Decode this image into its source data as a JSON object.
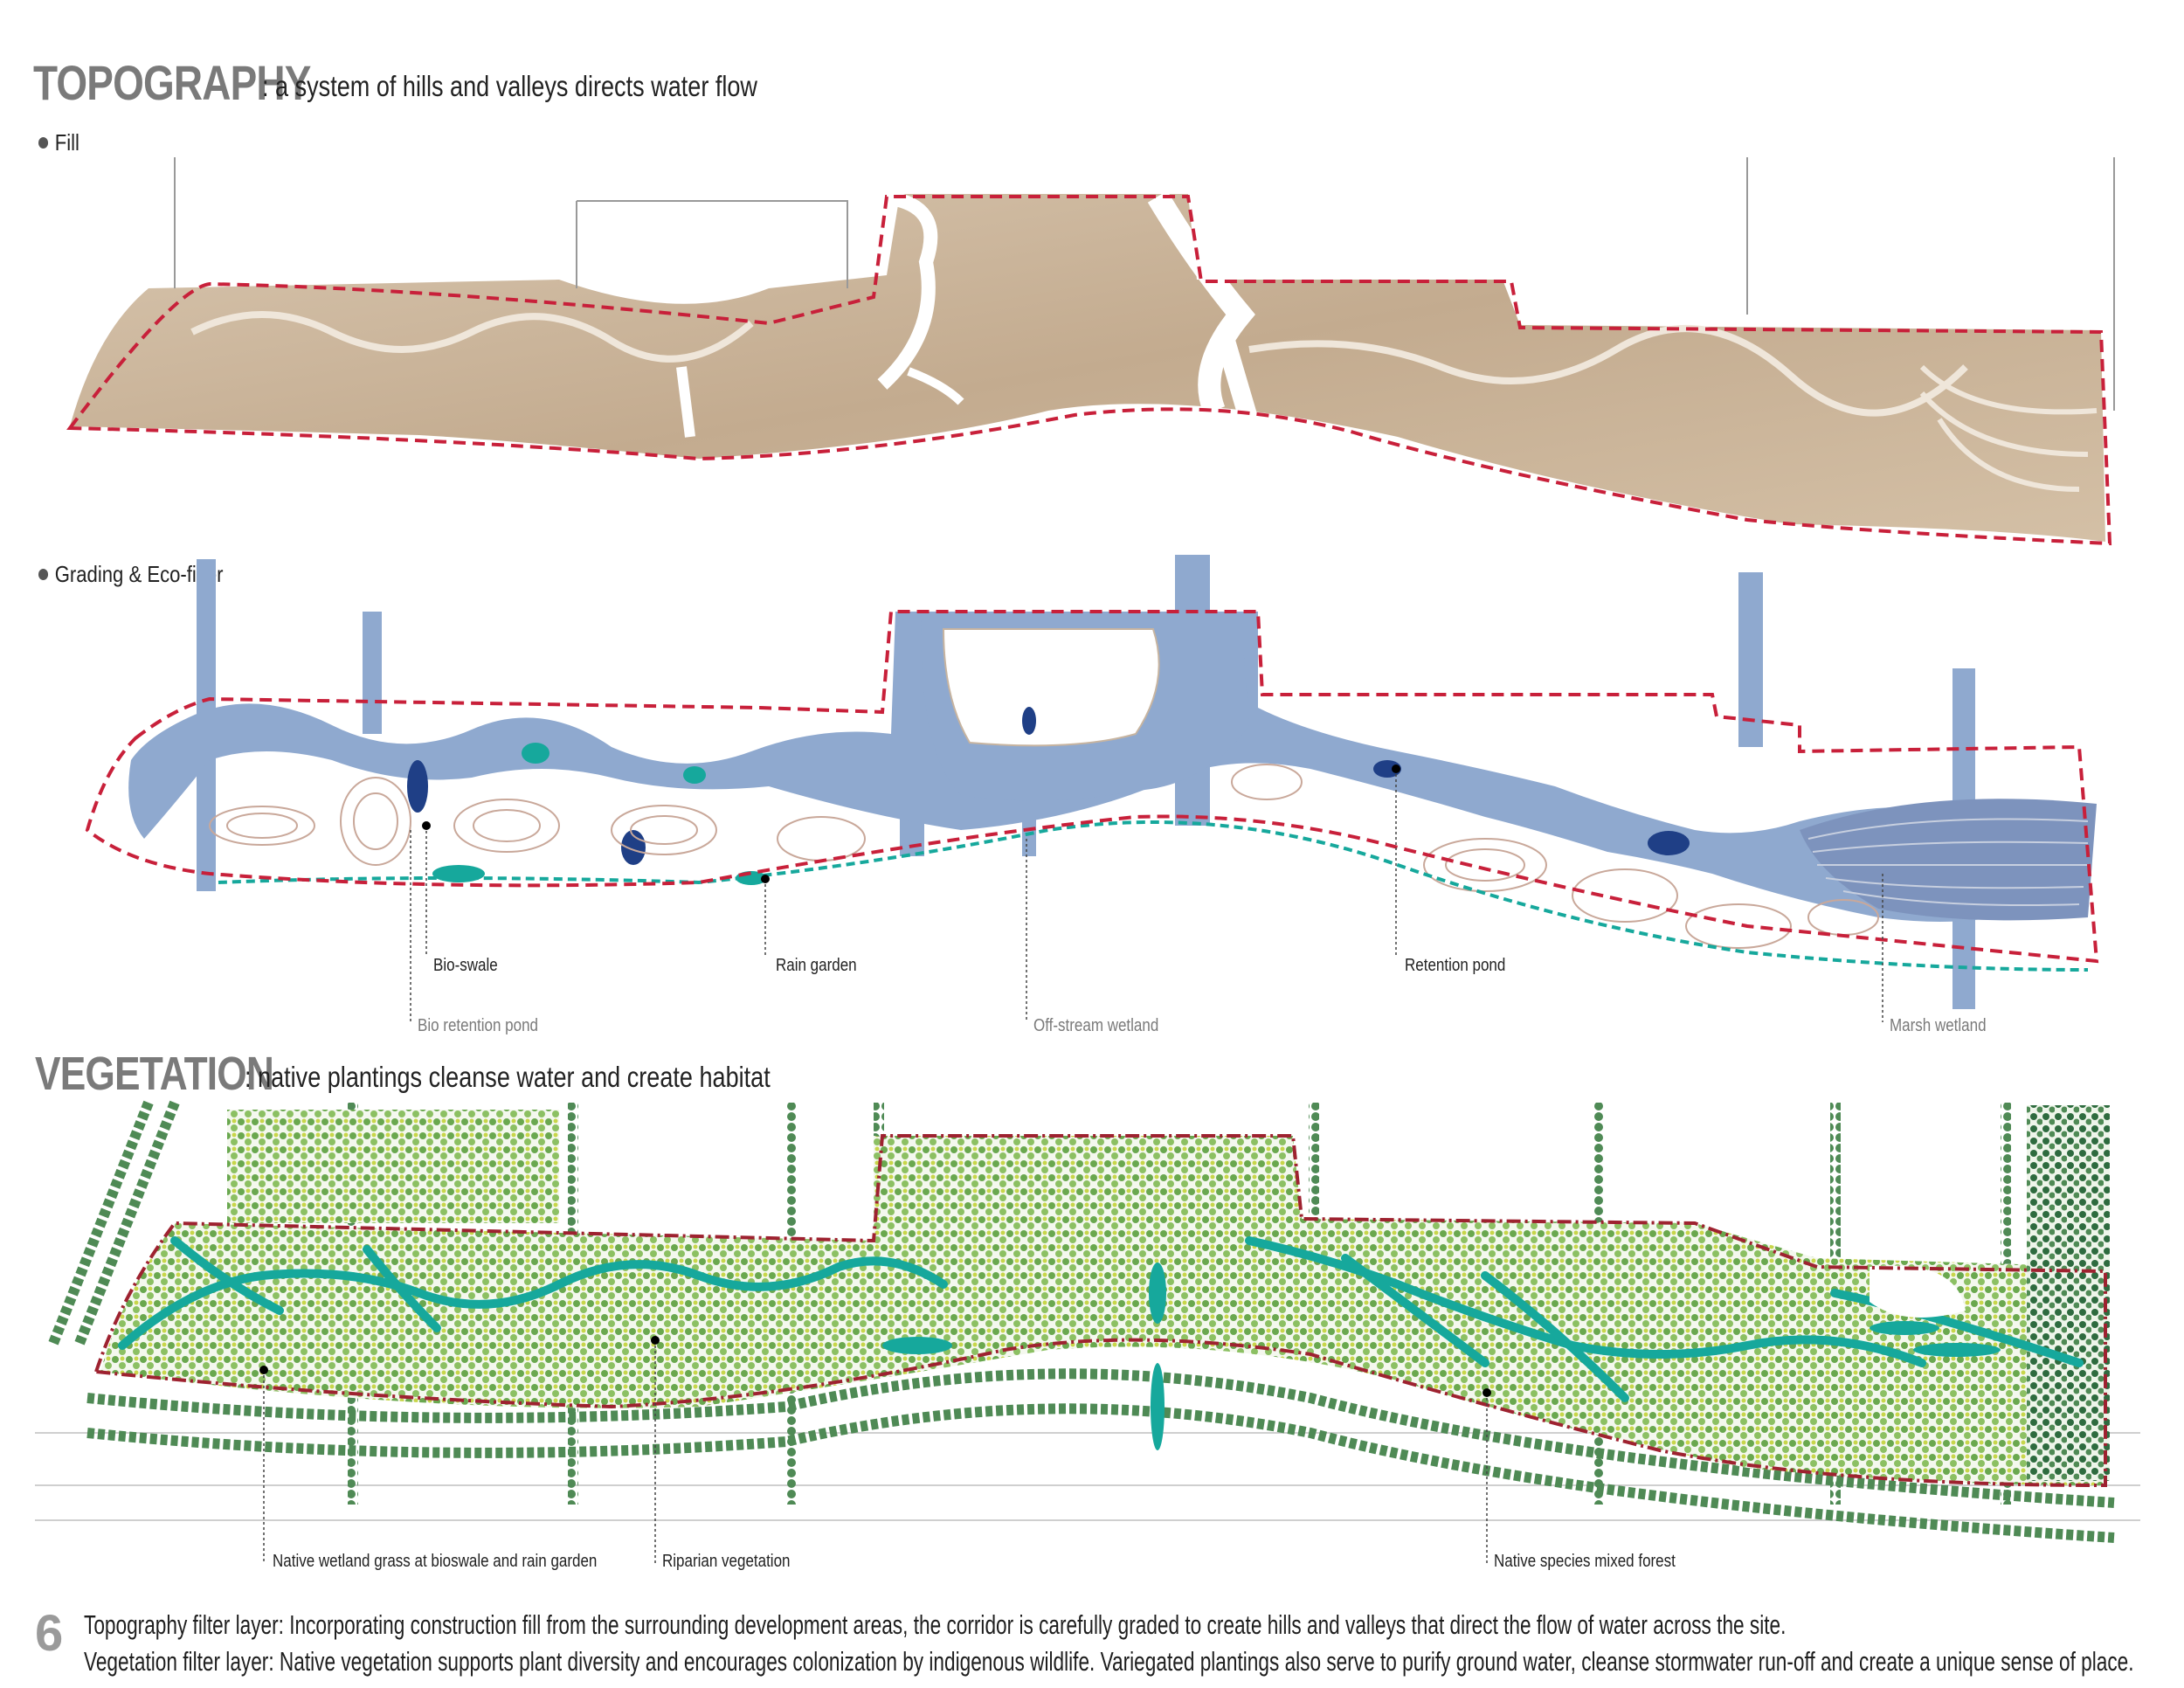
{
  "topography": {
    "heading": "TOPOGRAPHY",
    "subheading": ": a system of hills and valleys directs water flow",
    "fill_label": "Fill",
    "grading_label": "Grading & Eco-filter"
  },
  "grading_callouts": {
    "bio_swale": "Bio-swale",
    "rain_garden": "Rain garden",
    "retention_pond": "Retention pond",
    "bio_retention_pond": "Bio retention pond",
    "off_stream_wetland": "Off-stream wetland",
    "marsh_wetland": "Marsh wetland"
  },
  "vegetation": {
    "heading": "VEGETATION",
    "subheading": ": native plantings cleanse water and create habitat",
    "callouts": {
      "wetland_grass": "Native wetland grass at bioswale and rain garden",
      "riparian": "Riparian vegetation",
      "mixed_forest": "Native species mixed forest"
    }
  },
  "footer": {
    "figure_number": "6",
    "line1": "Topography filter layer: Incorporating construction fill from the surrounding development areas, the corridor is carefully graded to create hills and valleys that direct the flow of water across the site.",
    "line2": "Vegetation filter layer: Native vegetation supports plant diversity and encourages colonization by indigenous wildlife.  Variegated plantings also serve to purify ground water, cleanse stormwater run-off  and create a unique sense of place."
  },
  "colors": {
    "fill_tan": "#c9b49a",
    "fill_light": "#e8ddd0",
    "boundary_red": "#c8203a",
    "water_blue": "#8fa9cf",
    "water_dark": "#1f3f86",
    "teal": "#16a89c",
    "green": "#6aa84f",
    "dark_green": "#2e6b3f",
    "yellow_green": "#c8d64a",
    "lavender": "#a9a9d9"
  }
}
